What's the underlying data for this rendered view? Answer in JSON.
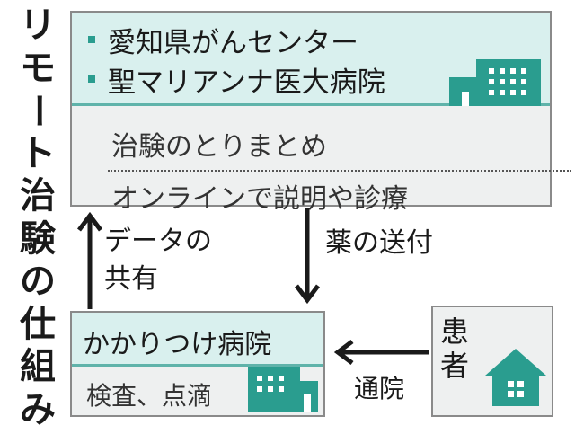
{
  "title_chars": [
    "リ",
    "モ",
    "ー",
    "ト",
    "治",
    "験",
    "の",
    "仕",
    "組",
    "み"
  ],
  "top_box": {
    "hospitals": [
      "愛知県がんセンター",
      "聖マリアンナ医大病院"
    ],
    "role_1": "治験のとりまとめ",
    "role_2": "オンラインで説明や診療"
  },
  "bottom_left_box": {
    "title": "かかりつけ病院",
    "subtitle": "検査、点滴"
  },
  "patient_box": {
    "label_chars": [
      "患",
      "者"
    ]
  },
  "arrows": {
    "up_label_line1": "データの",
    "up_label_line2": "共有",
    "down_label": "薬の送付",
    "left_label": "通院"
  },
  "colors": {
    "accent": "#2a9d8f",
    "header_bg": "#d9f0ee",
    "box_bg": "#eef0f0"
  }
}
